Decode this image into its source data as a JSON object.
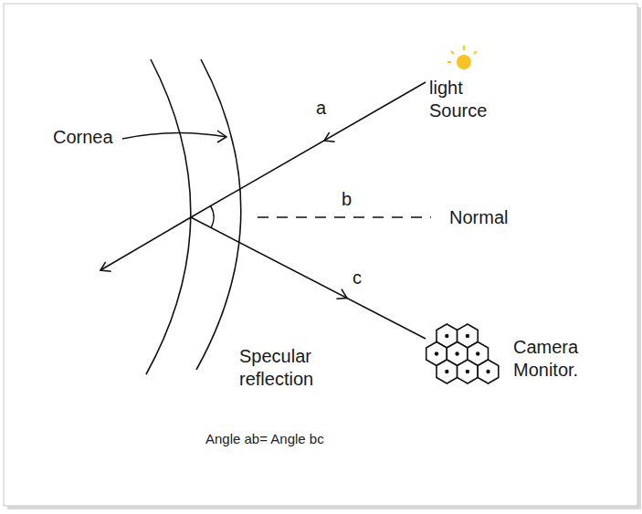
{
  "diagram": {
    "caption": "Angle ab= Angle bc",
    "labels": [
      "Cornea",
      "a",
      "light Source",
      "b",
      "Normal",
      "c",
      "Specular reflection",
      "Camera Monitor."
    ]
  }
}
